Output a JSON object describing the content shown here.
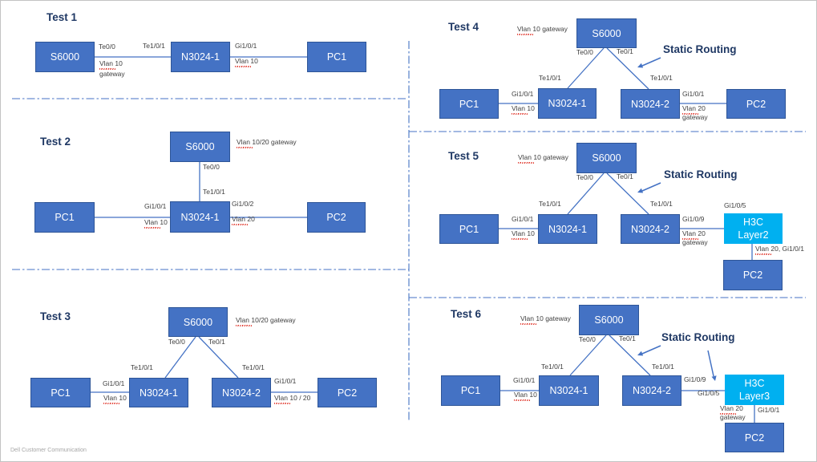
{
  "page": {
    "footer": "Dell Customer Communication"
  },
  "colors": {
    "node_blue": "#4472C4",
    "node_border": "#2E5597",
    "node_cyan": "#00B0F0",
    "connector_blue": "#4472C4",
    "title_navy": "#1F3864",
    "label_gray": "#404040",
    "squiggle_red": "#E03A2F"
  },
  "tests": [
    {
      "title": "Test 1",
      "nodes": {
        "s6000": "S6000",
        "n3024_1": "N3024-1",
        "pc1": "PC1"
      },
      "links": {
        "s6000_port": "Te0/0",
        "n1_uplink": "Te1/0/1",
        "s6000_vlan": "Vlan 10",
        "s6000_gateway": "gateway",
        "pc1_port": "Gi1/0/1",
        "pc1_vlan": "Vlan 10"
      }
    },
    {
      "title": "Test 2",
      "nodes": {
        "s6000": "S6000",
        "n3024_1": "N3024-1",
        "pc1": "PC1",
        "pc2": "PC2"
      },
      "links": {
        "gateway_note": "Vlan 10/20 gateway",
        "s6000_port": "Te0/0",
        "n1_uplink": "Te1/0/1",
        "pc1_port": "Gi1/0/1",
        "pc1_vlan": "Vlan 10",
        "pc2_port": "Gi1/0/2",
        "pc2_vlan": "Vlan 20"
      }
    },
    {
      "title": "Test 3",
      "nodes": {
        "s6000": "S6000",
        "n3024_1": "N3024-1",
        "n3024_2": "N3024-2",
        "pc1": "PC1",
        "pc2": "PC2"
      },
      "links": {
        "gateway_note": "Vlan 10/20 gateway",
        "s6000_port_left": "Te0/0",
        "s6000_port_right": "Te0/1",
        "n1_uplink": "Te1/0/1",
        "n2_uplink": "Te1/0/1",
        "pc1_port": "Gi1/0/1",
        "pc1_vlan": "Vlan 10",
        "pc2_port": "Gi1/0/1",
        "pc2_vlan": "Vlan 10 / 20"
      }
    },
    {
      "title": "Test 4",
      "annotation": "Static Routing",
      "nodes": {
        "s6000": "S6000",
        "n3024_1": "N3024-1",
        "n3024_2": "N3024-2",
        "pc1": "PC1",
        "pc2": "PC2"
      },
      "links": {
        "gateway_note": "Vlan 10 gateway",
        "s6000_port_left": "Te0/0",
        "s6000_port_right": "Te0/1",
        "n1_uplink": "Te1/0/1",
        "n2_uplink": "Te1/0/1",
        "pc1_port": "Gi1/0/1",
        "pc1_vlan": "Vlan 10",
        "pc2_port": "Gi1/0/1",
        "pc2_vlan": "Vlan 20",
        "pc2_gateway": "gateway"
      }
    },
    {
      "title": "Test 5",
      "annotation": "Static Routing",
      "nodes": {
        "s6000": "S6000",
        "n3024_1": "N3024-1",
        "n3024_2": "N3024-2",
        "pc1": "PC1",
        "h3c": "H3C",
        "h3c_layer": "Layer2",
        "pc2": "PC2"
      },
      "links": {
        "gateway_note": "Vlan 10 gateway",
        "s6000_port_left": "Te0/0",
        "s6000_port_right": "Te0/1",
        "n1_uplink": "Te1/0/1",
        "n2_uplink": "Te1/0/1",
        "pc1_port": "Gi1/0/1",
        "pc1_vlan": "Vlan 10",
        "n2_port": "Gi1/0/9",
        "n2_vlan": "Vlan 20",
        "n2_gateway": "gateway",
        "h3c_port": "Gi1/0/5",
        "pc2_link": "Vlan 20, Gi1/0/1"
      }
    },
    {
      "title": "Test 6",
      "annotation": "Static Routing",
      "nodes": {
        "s6000": "S6000",
        "n3024_1": "N3024-1",
        "n3024_2": "N3024-2",
        "pc1": "PC1",
        "h3c": "H3C",
        "h3c_layer": "Layer3",
        "pc2": "PC2"
      },
      "links": {
        "gateway_note": "Vlan 10 gateway",
        "s6000_port_left": "Te0/0",
        "s6000_port_right": "Te0/1",
        "n1_uplink": "Te1/0/1",
        "n2_uplink": "Te1/0/1",
        "pc1_port": "Gi1/0/1",
        "pc1_vlan": "Vlan 10",
        "n2_port": "Gi1/0/9",
        "h3c_port": "Gi1/0/5",
        "pc2_vlan": "Vlan 20",
        "pc2_gateway": "gateway",
        "pc2_port": "Gi1/0/1"
      }
    }
  ]
}
